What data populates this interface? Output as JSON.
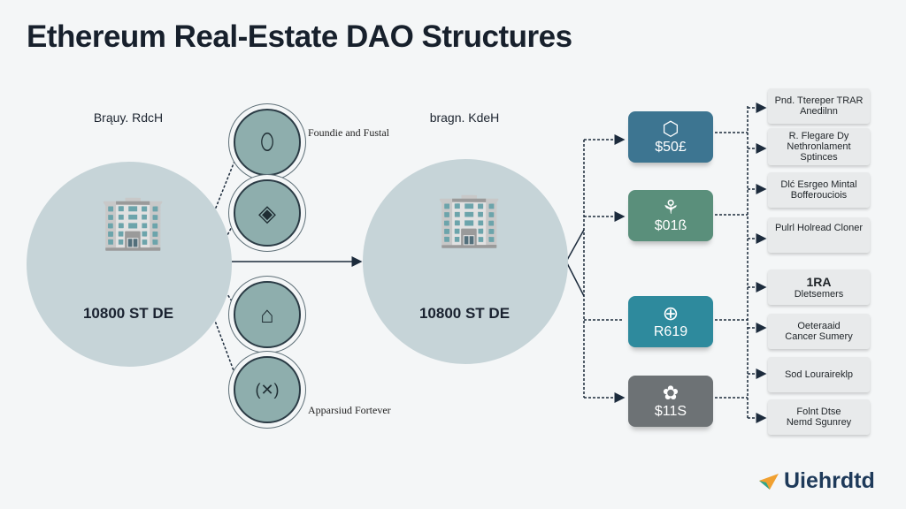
{
  "title": "Ethereum Real-Estate DAO Structures",
  "left": {
    "label": "Brąuy. RdcH",
    "address": "10800 ST DE"
  },
  "middle": {
    "label": "bragn. KdeH",
    "address": "10800 ST DE"
  },
  "nodes": [
    {
      "icon": "token-icon",
      "glyph": "⬯",
      "caption": "Foundie and Fustal"
    },
    {
      "icon": "contract-icon",
      "glyph": "◈",
      "caption": ""
    },
    {
      "icon": "governance-icon",
      "glyph": "⌂",
      "caption": ""
    },
    {
      "icon": "link-icon",
      "glyph": "(✕)",
      "caption": "Apparsiud Fortever"
    }
  ],
  "cards": [
    {
      "value": "$50£",
      "color": "#3d7591",
      "icon": "hexagon-icon",
      "glyph": "⬡"
    },
    {
      "value": "$01ß",
      "color": "#5a8f7b",
      "icon": "hand-icon",
      "glyph": "⚘"
    },
    {
      "value": "R619",
      "color": "#2e8a9d",
      "icon": "globe-icon",
      "glyph": "⊕"
    },
    {
      "value": "$11S",
      "color": "#6d7275",
      "icon": "gear-icon",
      "glyph": "✿"
    }
  ],
  "boxes": [
    [
      "Pnd. Ttereper TRAR",
      "Anedilnn"
    ],
    [
      "R. Flegare Dy",
      "Nethronlament",
      "Sptinces"
    ],
    [
      "Dlć Esrgeo Mintal",
      "Bofferouciois"
    ],
    [
      "Pulrl Holread Cloner"
    ],
    [
      "1RA",
      "Dletsemers"
    ],
    [
      "Oeteraaid",
      "Cancer Sumery"
    ],
    [
      "Sod Louraireklp"
    ],
    [
      "Folnt Dtse",
      "Nemd Sgunrey"
    ]
  ],
  "logo": "Uiehrdtd"
}
